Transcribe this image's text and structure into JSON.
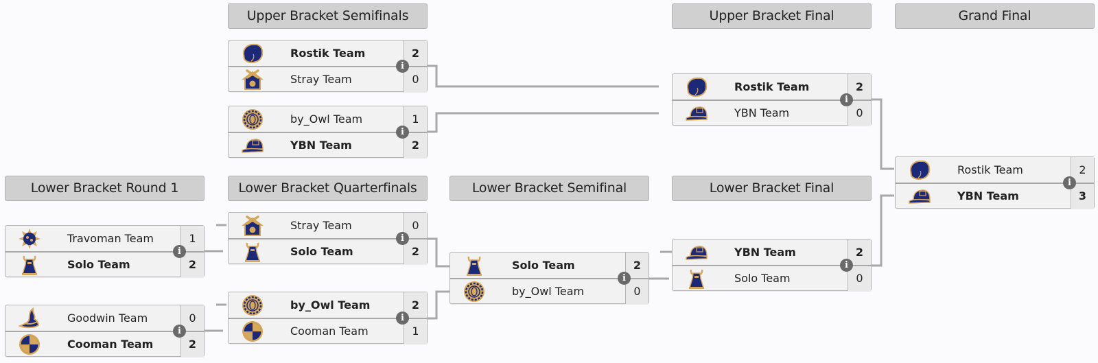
{
  "headers": {
    "ub_semis": "Upper Bracket Semifinals",
    "ub_final": "Upper Bracket Final",
    "grand_final": "Grand Final",
    "lb_r1": "Lower Bracket Round 1",
    "lb_qf": "Lower Bracket Quarterfinals",
    "lb_sf": "Lower Bracket Semifinal",
    "lb_final": "Lower Bracket Final"
  },
  "colors": {
    "logo_navy": "#1c2878",
    "logo_gold": "#d7a85a",
    "connector": "#a8a8a8",
    "header_bg": "#d0d0d0"
  },
  "matches": {
    "ubs1": {
      "teams": [
        {
          "name": "Rostik Team",
          "score": "2",
          "winner": true,
          "logo": "rostik-logo-icon"
        },
        {
          "name": "Stray Team",
          "score": "0",
          "winner": false,
          "logo": "stray-logo-icon"
        }
      ]
    },
    "ubs2": {
      "teams": [
        {
          "name": "by_Owl Team",
          "score": "1",
          "winner": false,
          "logo": "owl-logo-icon"
        },
        {
          "name": "YBN Team",
          "score": "2",
          "winner": true,
          "logo": "ybn-logo-icon"
        }
      ]
    },
    "ubf": {
      "teams": [
        {
          "name": "Rostik Team",
          "score": "2",
          "winner": true,
          "logo": "rostik-logo-icon"
        },
        {
          "name": "YBN Team",
          "score": "0",
          "winner": false,
          "logo": "ybn-logo-icon"
        }
      ]
    },
    "gf": {
      "teams": [
        {
          "name": "Rostik Team",
          "score": "2",
          "winner": false,
          "logo": "rostik-logo-icon"
        },
        {
          "name": "YBN Team",
          "score": "3",
          "winner": true,
          "logo": "ybn-logo-icon"
        }
      ]
    },
    "lbr1a": {
      "teams": [
        {
          "name": "Travoman Team",
          "score": "1",
          "winner": false,
          "logo": "travoman-logo-icon"
        },
        {
          "name": "Solo Team",
          "score": "2",
          "winner": true,
          "logo": "solo-logo-icon"
        }
      ]
    },
    "lbr1b": {
      "teams": [
        {
          "name": "Goodwin Team",
          "score": "0",
          "winner": false,
          "logo": "goodwin-logo-icon"
        },
        {
          "name": "Cooman Team",
          "score": "2",
          "winner": true,
          "logo": "cooman-logo-icon"
        }
      ]
    },
    "lbqf1": {
      "teams": [
        {
          "name": "Stray Team",
          "score": "0",
          "winner": false,
          "logo": "stray-logo-icon"
        },
        {
          "name": "Solo Team",
          "score": "2",
          "winner": true,
          "logo": "solo-logo-icon"
        }
      ]
    },
    "lbqf2": {
      "teams": [
        {
          "name": "by_Owl Team",
          "score": "2",
          "winner": true,
          "logo": "owl-logo-icon"
        },
        {
          "name": "Cooman Team",
          "score": "1",
          "winner": false,
          "logo": "cooman-logo-icon"
        }
      ]
    },
    "lbsf": {
      "teams": [
        {
          "name": "Solo Team",
          "score": "2",
          "winner": true,
          "logo": "solo-logo-icon"
        },
        {
          "name": "by_Owl Team",
          "score": "0",
          "winner": false,
          "logo": "owl-logo-icon"
        }
      ]
    },
    "lbf": {
      "teams": [
        {
          "name": "YBN Team",
          "score": "2",
          "winner": true,
          "logo": "ybn-logo-icon"
        },
        {
          "name": "Solo Team",
          "score": "0",
          "winner": false,
          "logo": "solo-logo-icon"
        }
      ]
    }
  },
  "info_glyph": "i"
}
